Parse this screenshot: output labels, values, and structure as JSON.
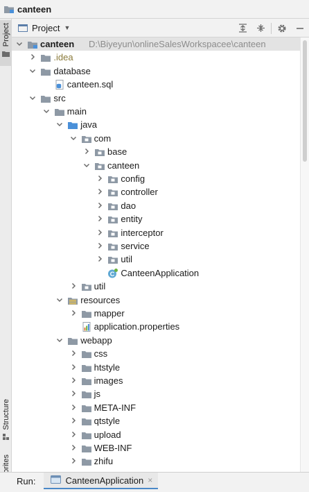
{
  "window": {
    "title": "canteen"
  },
  "side_tabs": {
    "project": "Project",
    "structure": "Structure",
    "favorites": "Favorites"
  },
  "panel": {
    "label": "Project"
  },
  "tree": [
    {
      "label": "canteen",
      "path": "D:\\Biyeyun\\onlineSalesWorkspacee\\canteen",
      "depth": 0,
      "arrow": "open",
      "icon": "module-folder-icon",
      "bold": true,
      "selected": true
    },
    {
      "label": ".idea",
      "depth": 1,
      "arrow": "closed",
      "icon": "folder-icon",
      "excluded": true
    },
    {
      "label": "database",
      "depth": 1,
      "arrow": "open",
      "icon": "folder-icon"
    },
    {
      "label": "canteen.sql",
      "depth": 2,
      "arrow": "none",
      "icon": "sql-file-icon"
    },
    {
      "label": "src",
      "depth": 1,
      "arrow": "open",
      "icon": "folder-icon"
    },
    {
      "label": "main",
      "depth": 2,
      "arrow": "open",
      "icon": "folder-icon"
    },
    {
      "label": "java",
      "depth": 3,
      "arrow": "open",
      "icon": "source-folder-icon"
    },
    {
      "label": "com",
      "depth": 4,
      "arrow": "open",
      "icon": "package-icon"
    },
    {
      "label": "base",
      "depth": 5,
      "arrow": "closed",
      "icon": "package-icon"
    },
    {
      "label": "canteen",
      "depth": 5,
      "arrow": "open",
      "icon": "package-icon"
    },
    {
      "label": "config",
      "depth": 6,
      "arrow": "closed",
      "icon": "package-icon"
    },
    {
      "label": "controller",
      "depth": 6,
      "arrow": "closed",
      "icon": "package-icon"
    },
    {
      "label": "dao",
      "depth": 6,
      "arrow": "closed",
      "icon": "package-icon"
    },
    {
      "label": "entity",
      "depth": 6,
      "arrow": "closed",
      "icon": "package-icon"
    },
    {
      "label": "interceptor",
      "depth": 6,
      "arrow": "closed",
      "icon": "package-icon"
    },
    {
      "label": "service",
      "depth": 6,
      "arrow": "closed",
      "icon": "package-icon"
    },
    {
      "label": "util",
      "depth": 6,
      "arrow": "closed",
      "icon": "package-icon"
    },
    {
      "label": "CanteenApplication",
      "depth": 6,
      "arrow": "none",
      "icon": "spring-class-icon"
    },
    {
      "label": "util",
      "depth": 4,
      "arrow": "closed",
      "icon": "package-icon"
    },
    {
      "label": "resources",
      "depth": 3,
      "arrow": "open",
      "icon": "resources-folder-icon"
    },
    {
      "label": "mapper",
      "depth": 4,
      "arrow": "closed",
      "icon": "folder-icon"
    },
    {
      "label": "application.properties",
      "depth": 4,
      "arrow": "none",
      "icon": "properties-file-icon"
    },
    {
      "label": "webapp",
      "depth": 3,
      "arrow": "open",
      "icon": "folder-icon"
    },
    {
      "label": "css",
      "depth": 4,
      "arrow": "closed",
      "icon": "folder-icon"
    },
    {
      "label": "htstyle",
      "depth": 4,
      "arrow": "closed",
      "icon": "folder-icon"
    },
    {
      "label": "images",
      "depth": 4,
      "arrow": "closed",
      "icon": "folder-icon"
    },
    {
      "label": "js",
      "depth": 4,
      "arrow": "closed",
      "icon": "folder-icon"
    },
    {
      "label": "META-INF",
      "depth": 4,
      "arrow": "closed",
      "icon": "folder-icon"
    },
    {
      "label": "qtstyle",
      "depth": 4,
      "arrow": "closed",
      "icon": "folder-icon"
    },
    {
      "label": "upload",
      "depth": 4,
      "arrow": "closed",
      "icon": "folder-icon"
    },
    {
      "label": "WEB-INF",
      "depth": 4,
      "arrow": "closed",
      "icon": "folder-icon"
    },
    {
      "label": "zhifu",
      "depth": 4,
      "arrow": "closed",
      "icon": "folder-icon"
    }
  ],
  "run_bar": {
    "label": "Run:",
    "tab": "CanteenApplication",
    "close": "×"
  },
  "colors": {
    "folder": "#8e99a5",
    "source_folder": "#4a90d9",
    "selection": "#e3e3e3",
    "accent": "#4a88c7"
  }
}
